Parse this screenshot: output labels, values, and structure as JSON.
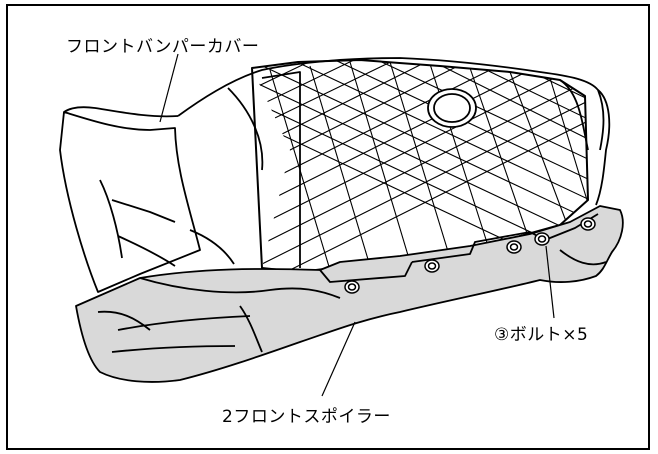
{
  "labels": {
    "bumper_cover": "フロントバンパーカバー",
    "bolts": "③ボルト×5",
    "spoiler": "2フロントスポイラー"
  },
  "colors": {
    "line": "#000000",
    "spoiler_fill": "#d9d9d9",
    "background": "#ffffff"
  }
}
